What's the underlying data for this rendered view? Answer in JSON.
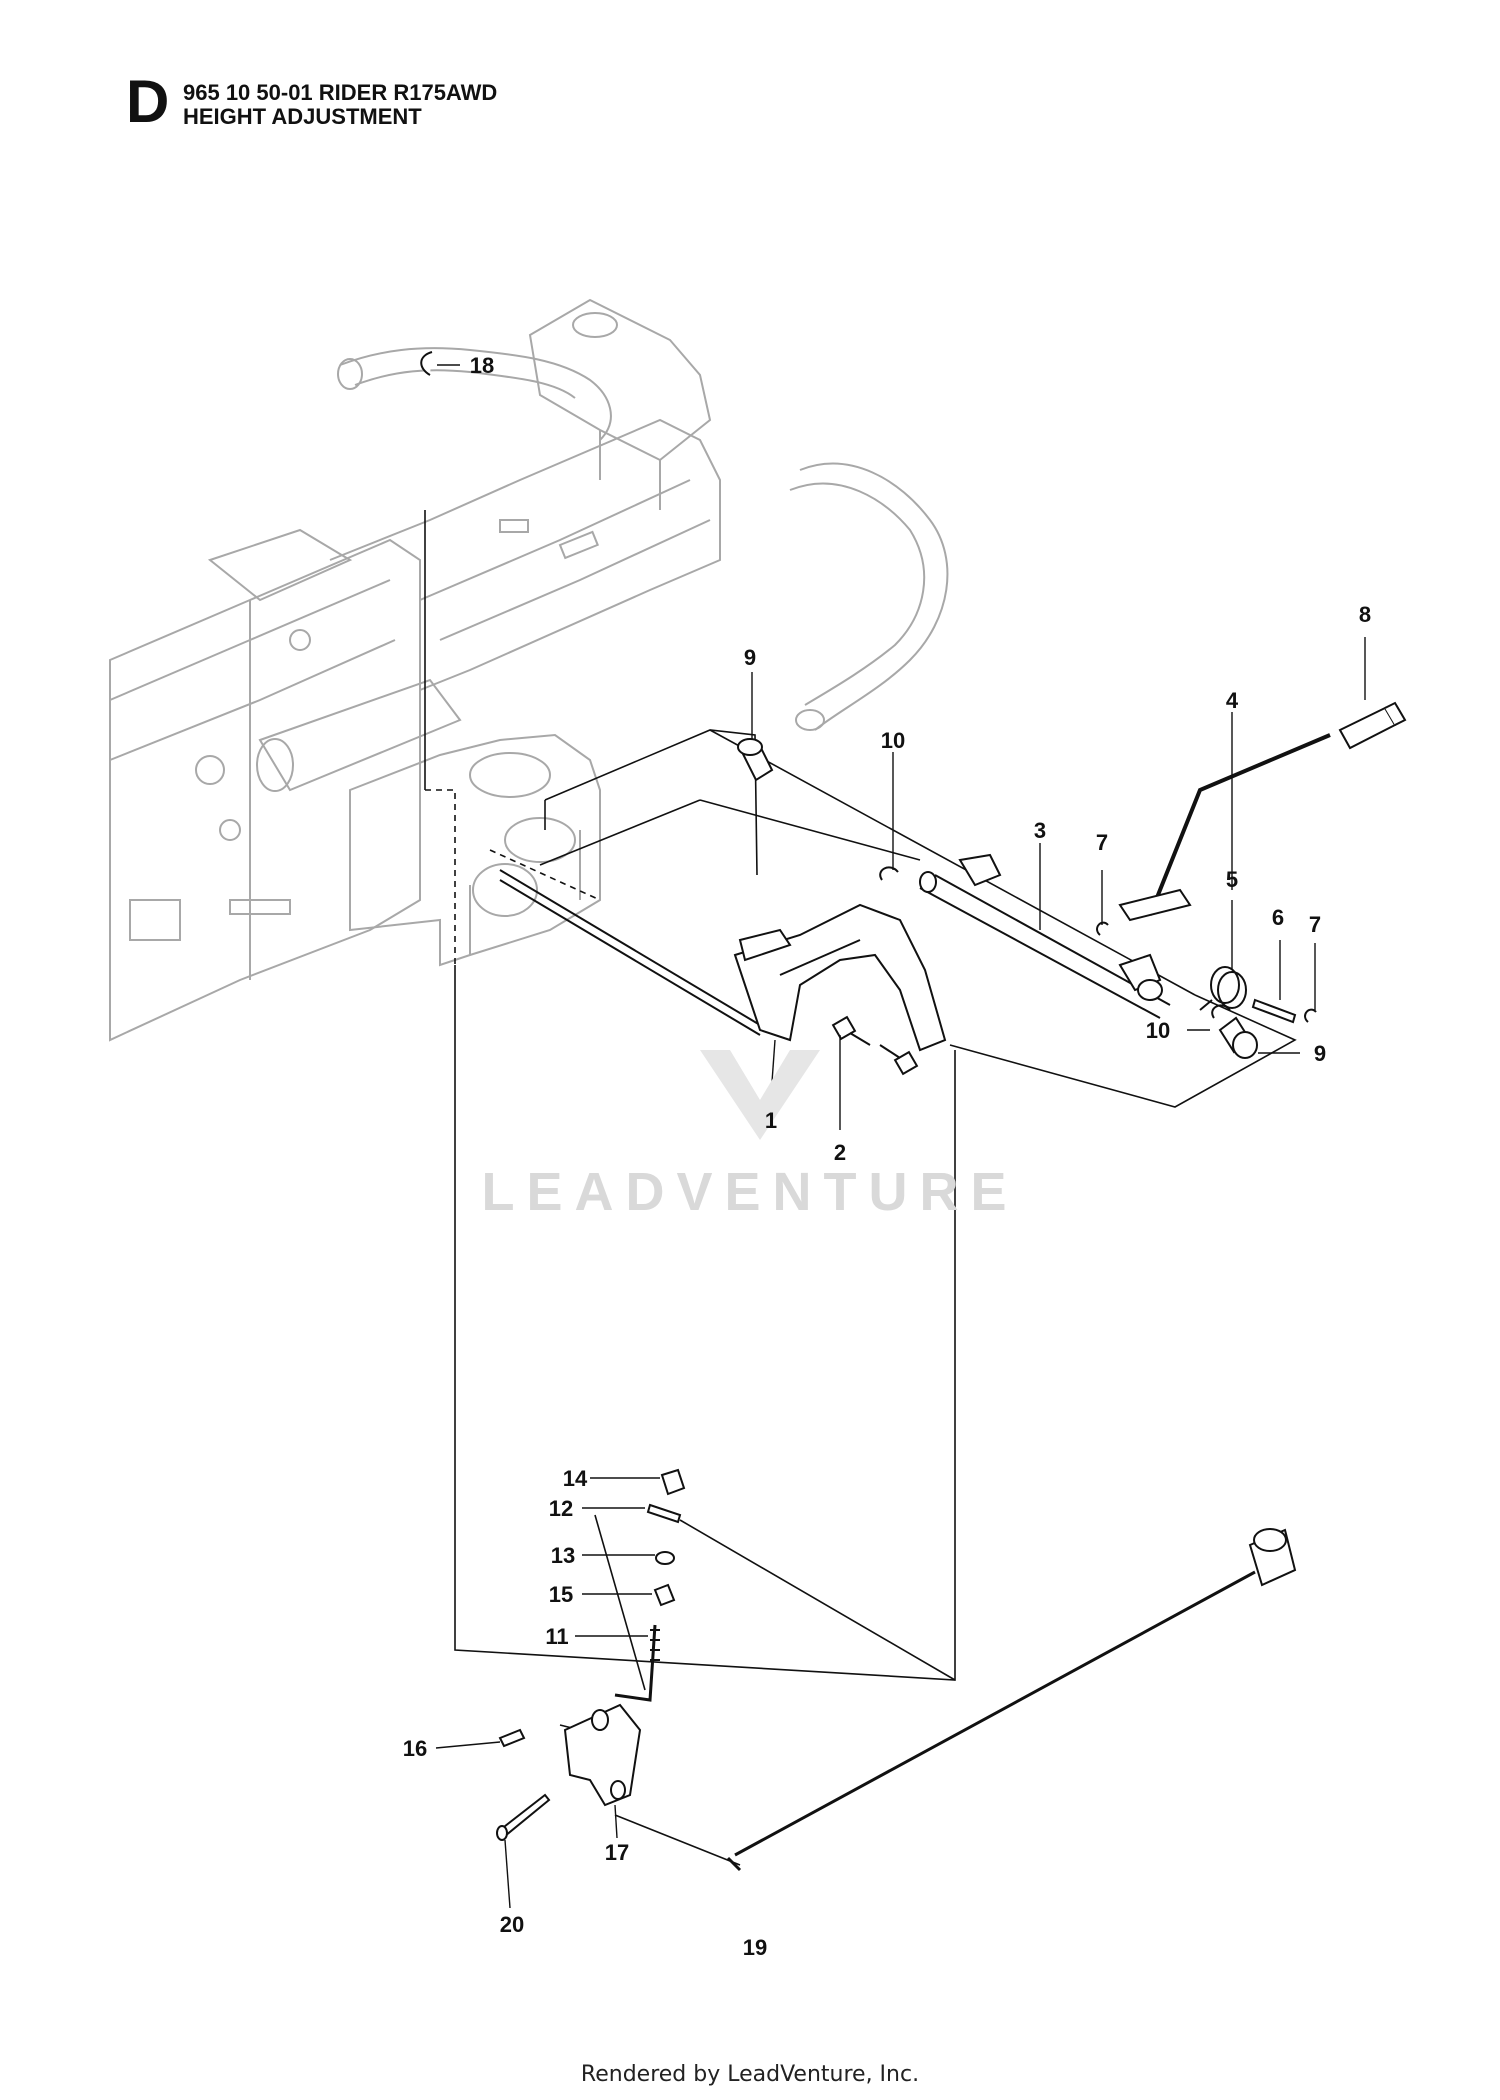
{
  "header": {
    "section_letter": "D",
    "model": "965 10 50-01 RIDER R175AWD",
    "title": "HEIGHT ADJUSTMENT"
  },
  "callouts": [
    "1",
    "2",
    "3",
    "4",
    "5",
    "6",
    "7",
    "7",
    "8",
    "9",
    "9",
    "10",
    "10",
    "11",
    "12",
    "13",
    "14",
    "15",
    "16",
    "17",
    "18",
    "19",
    "20"
  ],
  "watermark": "LEADVENTURE",
  "footer": "Rendered by LeadVenture, Inc."
}
